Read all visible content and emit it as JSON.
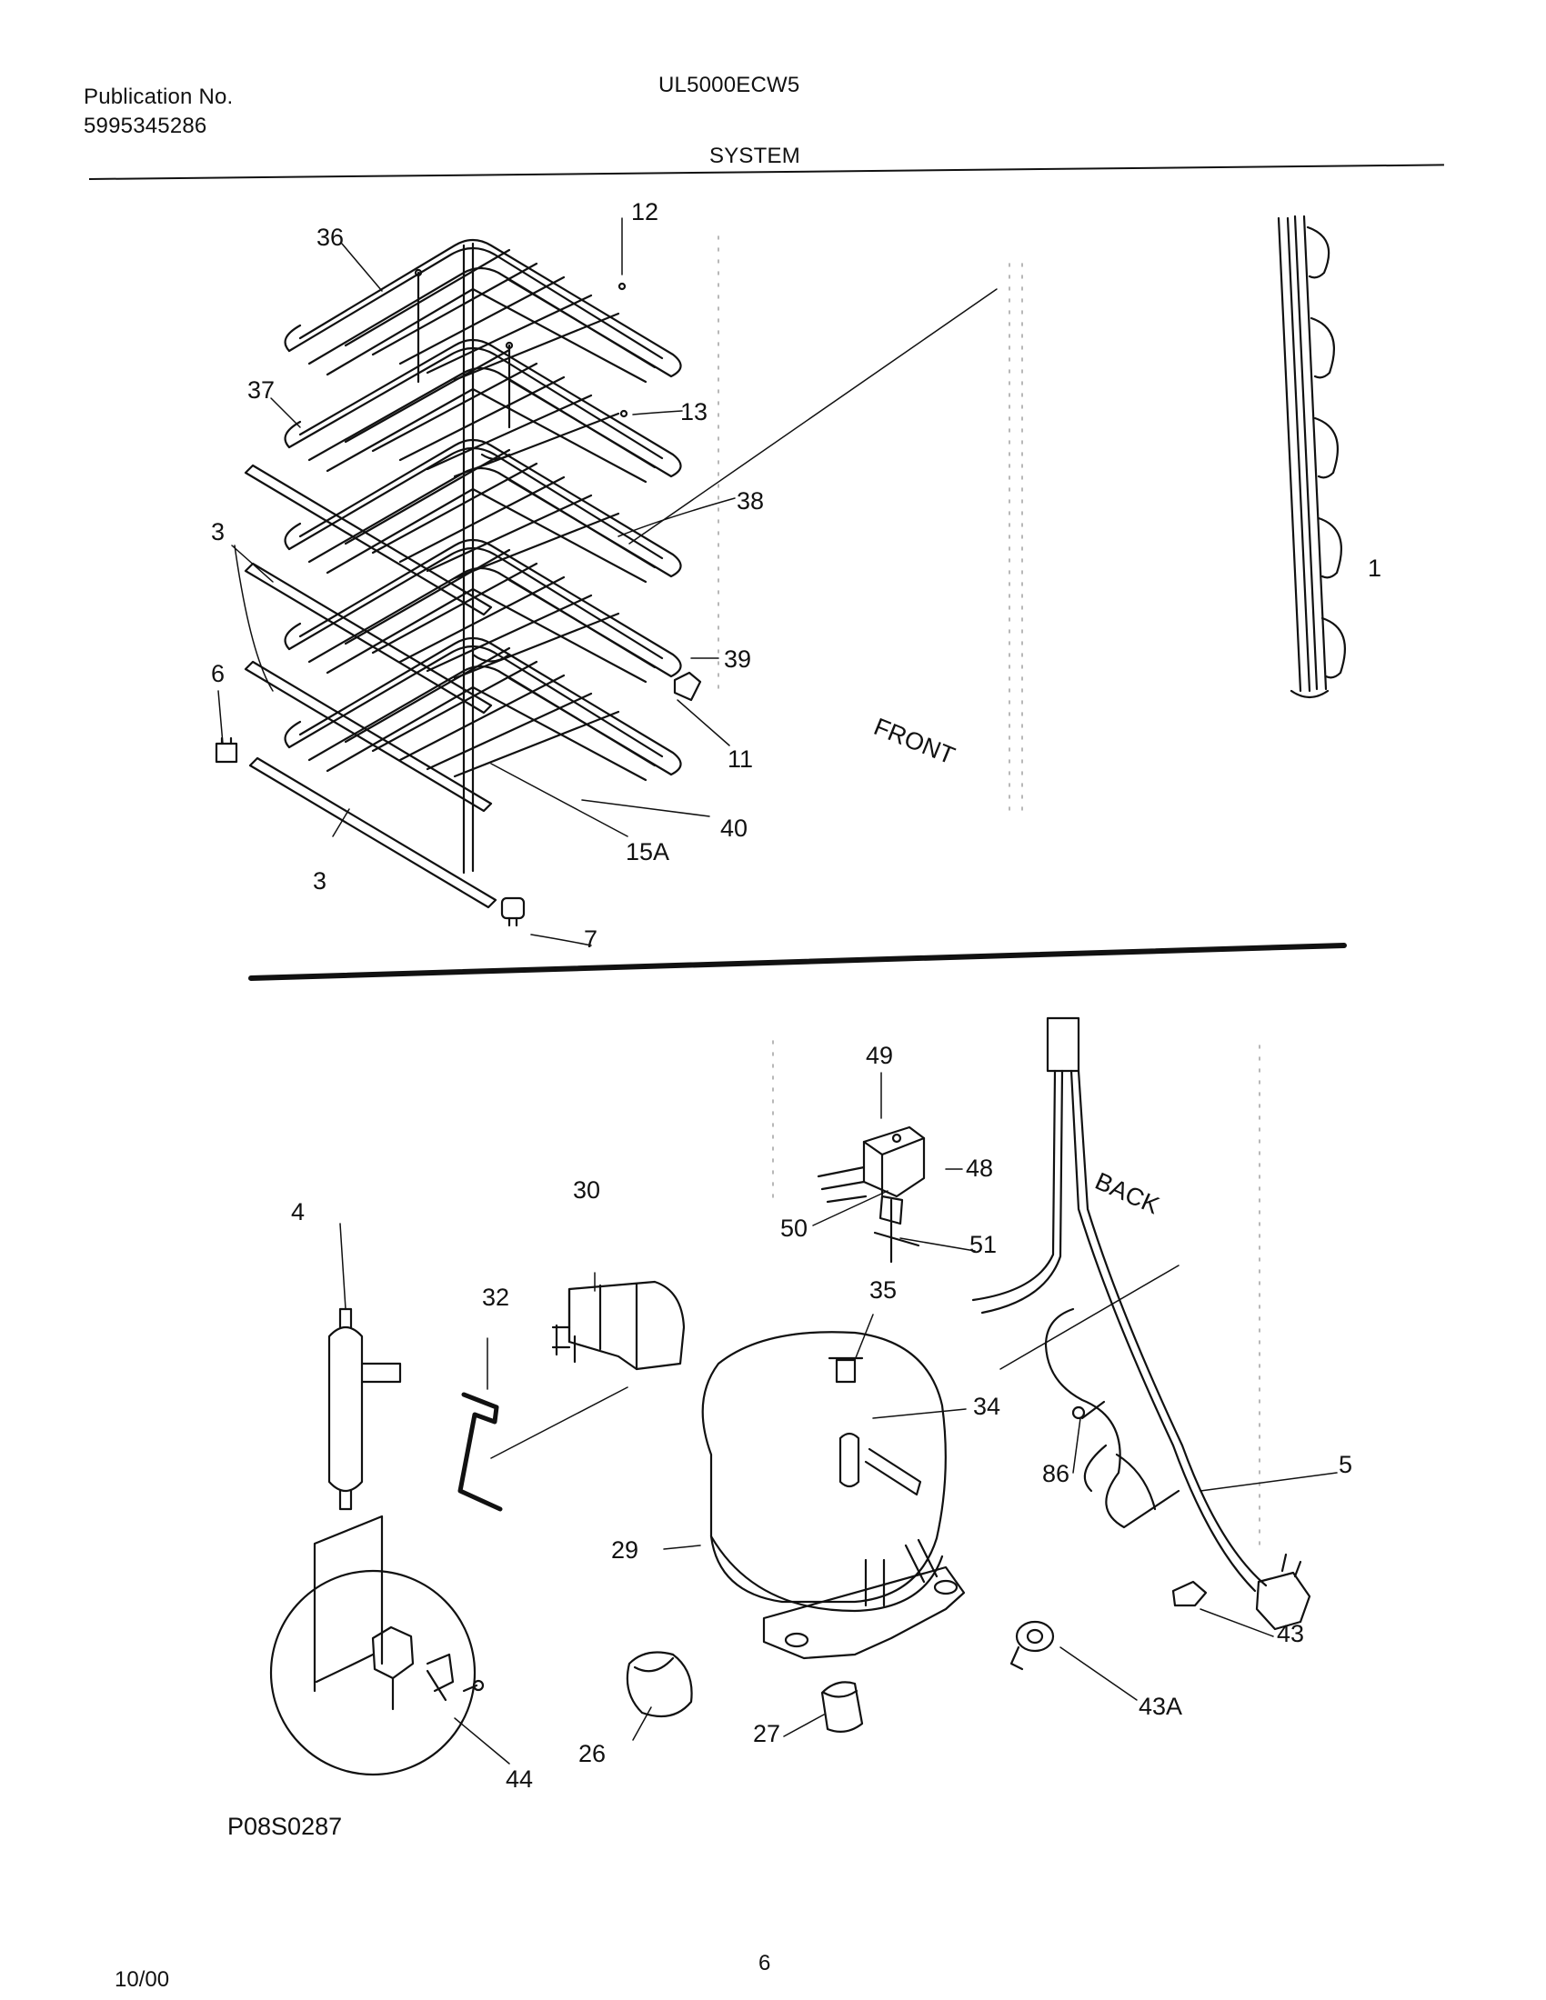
{
  "header": {
    "publication_label": "Publication No.",
    "publication_number": "5995345286",
    "model": "UL5000ECW5",
    "section": "SYSTEM"
  },
  "diagram": {
    "orientation_labels": {
      "front": "FRONT",
      "back": "BACK"
    },
    "part_labels": {
      "p1": "1",
      "p3a": "3",
      "p3b": "3",
      "p4": "4",
      "p5": "5",
      "p6": "6",
      "p7": "7",
      "p11": "11",
      "p12": "12",
      "p13": "13",
      "p15a": "15A",
      "p26": "26",
      "p27": "27",
      "p29": "29",
      "p30": "30",
      "p32": "32",
      "p34": "34",
      "p35": "35",
      "p36": "36",
      "p37": "37",
      "p38": "38",
      "p39": "39",
      "p40": "40",
      "p43": "43",
      "p43a": "43A",
      "p44": "44",
      "p48": "48",
      "p49": "49",
      "p50": "50",
      "p51": "51",
      "p86": "86"
    },
    "drawing_code": "P08S0287"
  },
  "footer": {
    "date": "10/00",
    "page": "6"
  }
}
